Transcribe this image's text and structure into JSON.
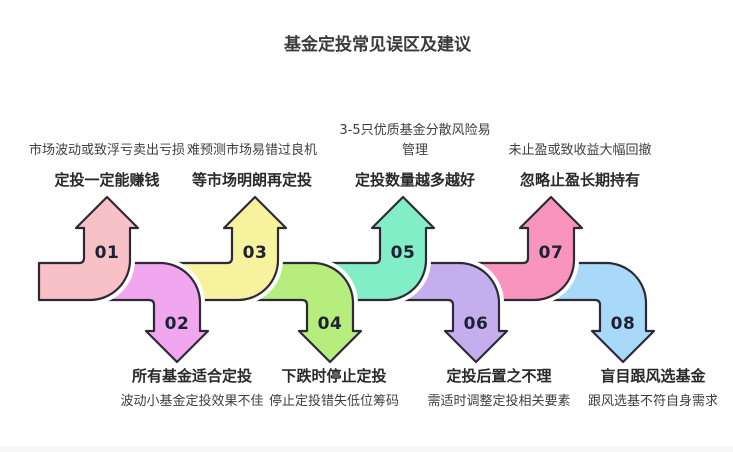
{
  "title": "基金定投常见误区及建议",
  "steps": [
    {
      "num": "01",
      "direction": "up",
      "color": "#f7c1c7",
      "myth": "定投一定能赚钱",
      "advice": "市场波动或致浮亏卖出亏损"
    },
    {
      "num": "02",
      "direction": "down",
      "color": "#f1a7ef",
      "myth": "所有基金适合定投",
      "advice": "波动小基金定投效果不佳"
    },
    {
      "num": "03",
      "direction": "up",
      "color": "#f7f29d",
      "myth": "等市场明朗再定投",
      "advice": "难预测市场易错过良机"
    },
    {
      "num": "04",
      "direction": "down",
      "color": "#b6ed7d",
      "myth": "下跌时停止定投",
      "advice": "停止定投错失低位筹码"
    },
    {
      "num": "05",
      "direction": "up",
      "color": "#81eec7",
      "myth": "定投数量越多越好",
      "advice": "3-5只优质基金分散风险易管理"
    },
    {
      "num": "06",
      "direction": "down",
      "color": "#c5aeee",
      "myth": "定投后置之不理",
      "advice": "需适时调整定投相关要素"
    },
    {
      "num": "07",
      "direction": "up",
      "color": "#f995bd",
      "myth": "忽略止盈长期持有",
      "advice": "未止盈或致收益大幅回撤"
    },
    {
      "num": "08",
      "direction": "down",
      "color": "#a9d9f8",
      "myth": "盲目跟风选基金",
      "advice": "跟风选基不符自身需求"
    }
  ],
  "colors": {
    "outline": "#2e2936",
    "number": "#1c2133",
    "title_text": "#3b3b3b",
    "heading_text": "#292929",
    "desc_text": "#3e3e3e",
    "footer_strip": "#f6f6f6"
  }
}
